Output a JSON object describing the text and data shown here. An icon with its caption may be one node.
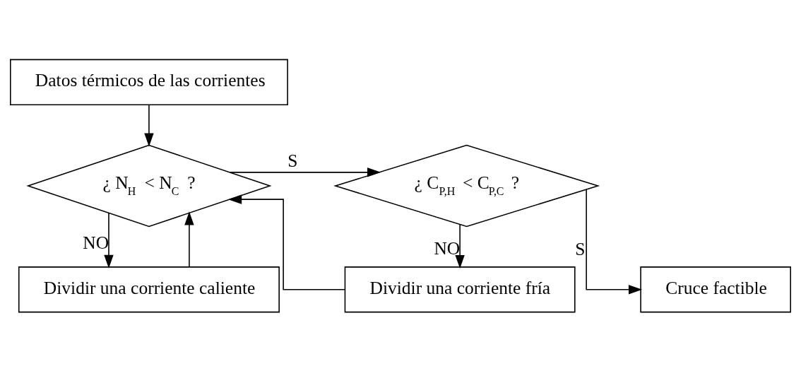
{
  "diagram": {
    "nodes": [
      {
        "text": [
          "Datos térmicos de las corrientes"
        ]
      },
      {
        "text": [
          "¿ N$_{H}$ < N$_{C}$ ?"
        ]
      },
      {
        "text": [
          "¿ C$_{P,H}$ < C$_{P,C}$ ?"
        ]
      },
      {
        "text": [
          "Dividir una corriente caliente"
        ]
      },
      {
        "text": [
          "Cruce factible"
        ]
      },
      {
        "text": [
          "Dividir una corriente fría"
        ]
      }
    ],
    "edges": [
      {
        "from": 0,
        "to": 1,
        "arrow": "to"
      },
      {
        "from": 1,
        "to": 2,
        "arrow": "to",
        "label": "S"
      },
      {
        "from": 1,
        "to": 3,
        "arrow": "to",
        "label": "NO"
      },
      {
        "from": 2,
        "to": 4,
        "arrow": "to",
        "label": "S"
      },
      {
        "from": 2,
        "to": 5,
        "arrow": "to",
        "label": "NO"
      },
      {
        "from": 3,
        "to": 1,
        "arrow": "to"
      },
      {
        "from": 5,
        "to": 1,
        "arrow": "to"
      }
    ]
  }
}
